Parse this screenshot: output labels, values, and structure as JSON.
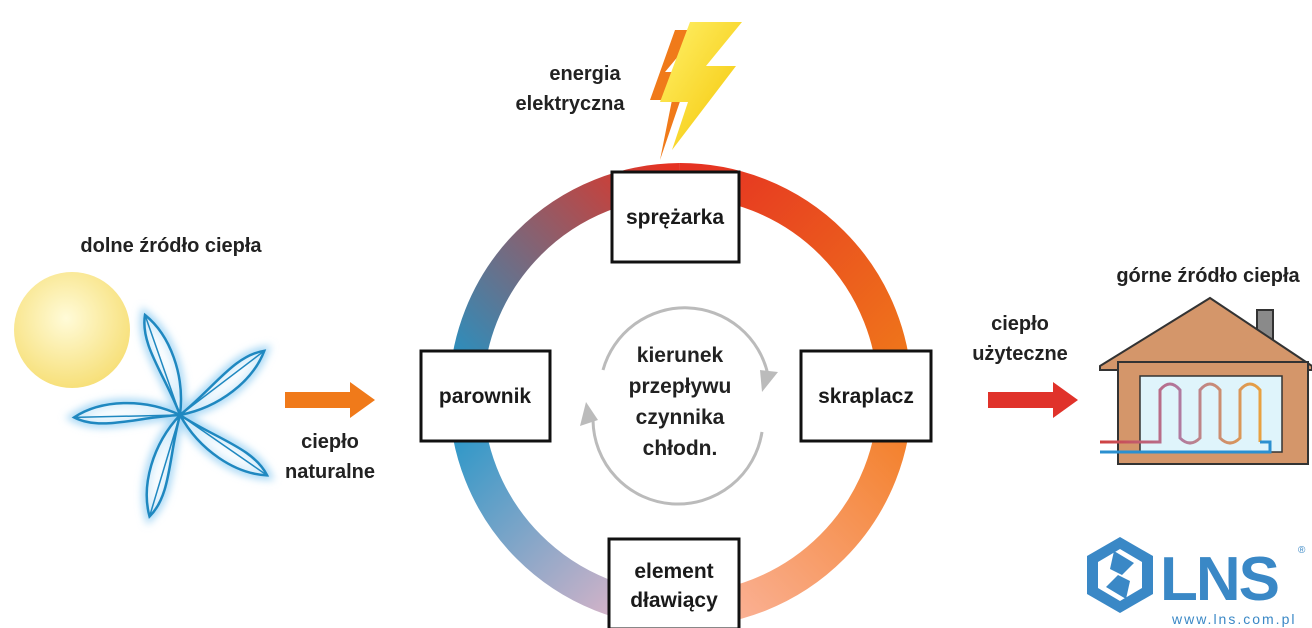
{
  "top_label": {
    "line1": "energia",
    "line2": "elektryczna"
  },
  "left_title": "dolne źródło ciepła",
  "right_title": "górne źródło ciepła",
  "left_arrow_label": {
    "line1": "ciepło",
    "line2": "naturalne"
  },
  "right_arrow_label": {
    "line1": "ciepło",
    "line2": "użyteczne"
  },
  "components": {
    "compressor": "sprężarka",
    "evaporator": "parownik",
    "condenser": "skraplacz",
    "throttle": {
      "line1": "element",
      "line2": "dławiący"
    }
  },
  "center_label": {
    "line1": "kierunek",
    "line2": "przepływu",
    "line3": "czynnika",
    "line4": "chłodn."
  },
  "logo": {
    "text": "LNS",
    "url": "www.lns.com.pl",
    "mark": "®"
  },
  "colors": {
    "hot": "#e53222",
    "warm": "#f07a1a",
    "cold": "#1f95c8",
    "pale": "#f2b8b8",
    "arrow_in": "#f07a1a",
    "arrow_out": "#e0322a",
    "logo_blue": "#3a88c6",
    "house": "#d4966a"
  }
}
